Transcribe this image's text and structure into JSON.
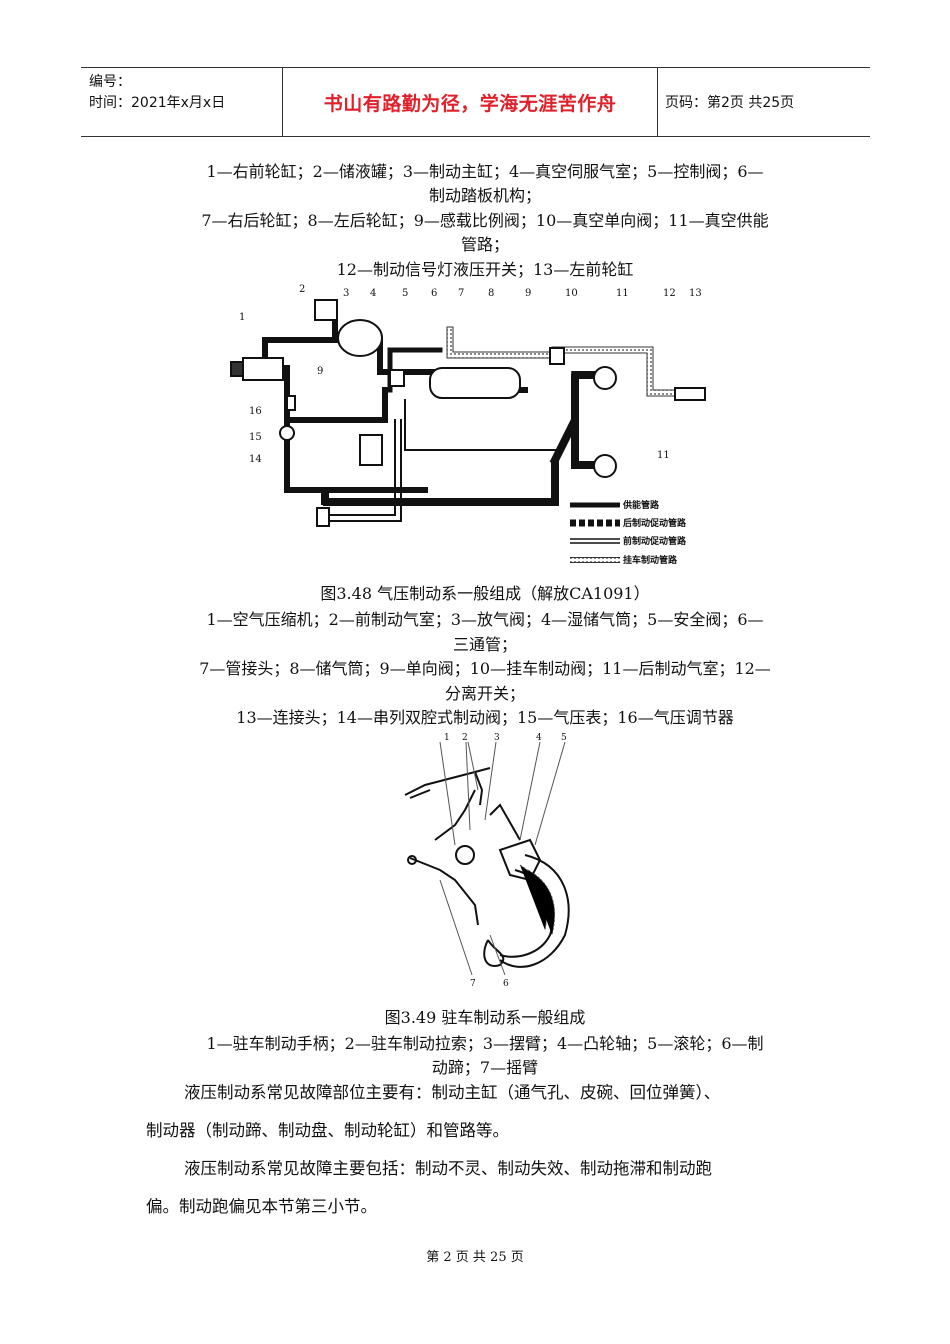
{
  "header": {
    "code_label": "编号：",
    "time_label": "时间：2021年x月x日",
    "motto": "书山有路勤为径，学海无涯苦作舟",
    "page_info": "页码：第2页  共25页"
  },
  "legend_hydraulic": [
    "1—右前轮缸；2—储液罐；3—制动主缸；4—真空伺服气室；5—控制阀；6—",
    "制动踏板机构；",
    "7—右后轮缸；8—左后轮缸；9—感载比例阀；10—真空单向阀；11—真空供能",
    "管路；",
    "12—制动信号灯液压开关；13—左前轮缸"
  ],
  "figure_348": {
    "caption": "图3.48  气压制动系一般组成（解放CA1091）",
    "callouts": [
      "1",
      "2",
      "3",
      "4",
      "5",
      "6",
      "7",
      "8",
      "9",
      "10",
      "11",
      "12",
      "13",
      "9",
      "16",
      "15",
      "14",
      "11"
    ],
    "line_legend": [
      "供能管路",
      "后制动促动管路",
      "前制动促动管路",
      "挂车制动管路"
    ]
  },
  "legend_348": [
    "1—空气压缩机；2—前制动气室；3—放气阀；4—湿储气筒；5—安全阀；6—",
    "三通管；",
    "7—管接头；8—储气筒；9—单向阀；10—挂车制动阀；11—后制动气室；12—",
    "分离开关；",
    "13—连接头；14—串列双腔式制动阀；15—气压表；16—气压调节器"
  ],
  "figure_349": {
    "caption": "图3.49  驻车制动系一般组成",
    "callouts": [
      "1",
      "2",
      "3",
      "4",
      "5",
      "7",
      "6"
    ]
  },
  "legend_349": [
    "1—驻车制动手柄；2—驻车制动拉索；3—摆臂；4—凸轮轴；5—滚轮；6—制",
    "动蹄；7—摇臂"
  ],
  "body_text": [
    "液压制动系常见故障部位主要有：制动主缸（通气孔、皮碗、回位弹簧）、",
    "制动器（制动蹄、制动盘、制动轮缸）和管路等。",
    "液压制动系常见故障主要包括：制动不灵、制动失效、制动拖滞和制动跑",
    "偏。制动跑偏见本节第三小节。"
  ],
  "footer": "第 2 页 共 25 页"
}
